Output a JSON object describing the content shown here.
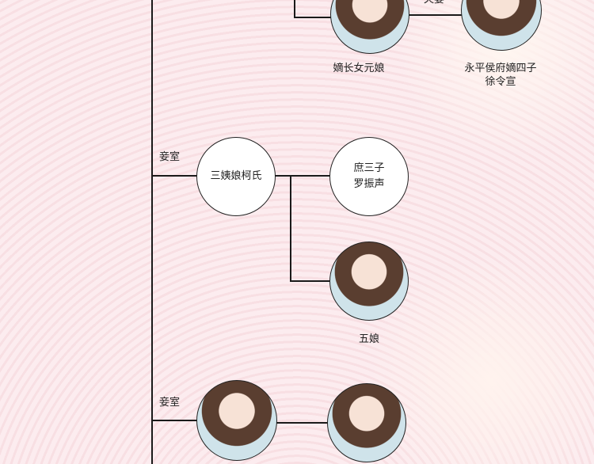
{
  "top": {
    "couple_label": "夫妻",
    "left": {
      "name": "嫡长女元娘"
    },
    "right": {
      "title": "永平侯府嫡四子",
      "name": "徐令宣"
    }
  },
  "branch1": {
    "relation": "妾室",
    "mother": "三姨娘柯氏",
    "children": [
      {
        "line1": "庶三子",
        "line2": "罗振声"
      },
      {
        "name": "五娘"
      }
    ]
  },
  "branch2": {
    "relation": "妾室"
  }
}
